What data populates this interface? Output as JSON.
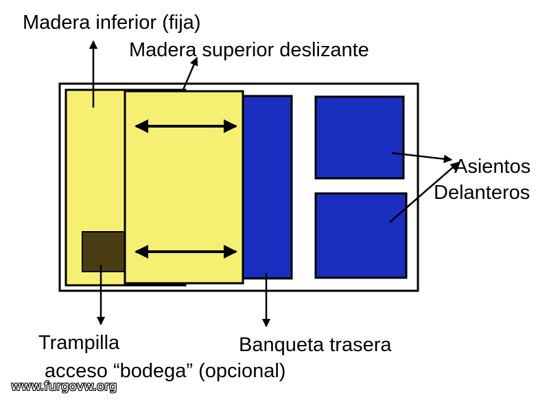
{
  "labels": {
    "madera_inferior": "Madera inferior (fija)",
    "madera_superior": "Madera superior deslizante",
    "asientos": "Asientos",
    "delanteros": "Delanteros",
    "trampilla": "Trampilla",
    "acceso": "acceso “bodega” (opcional)",
    "banqueta": "Banqueta trasera"
  },
  "watermark": "www.furgovw.org",
  "colors": {
    "wood": "#f5f072",
    "seat": "#1a2ec0",
    "hatch": "#4a3d14",
    "outline": "#000000"
  }
}
